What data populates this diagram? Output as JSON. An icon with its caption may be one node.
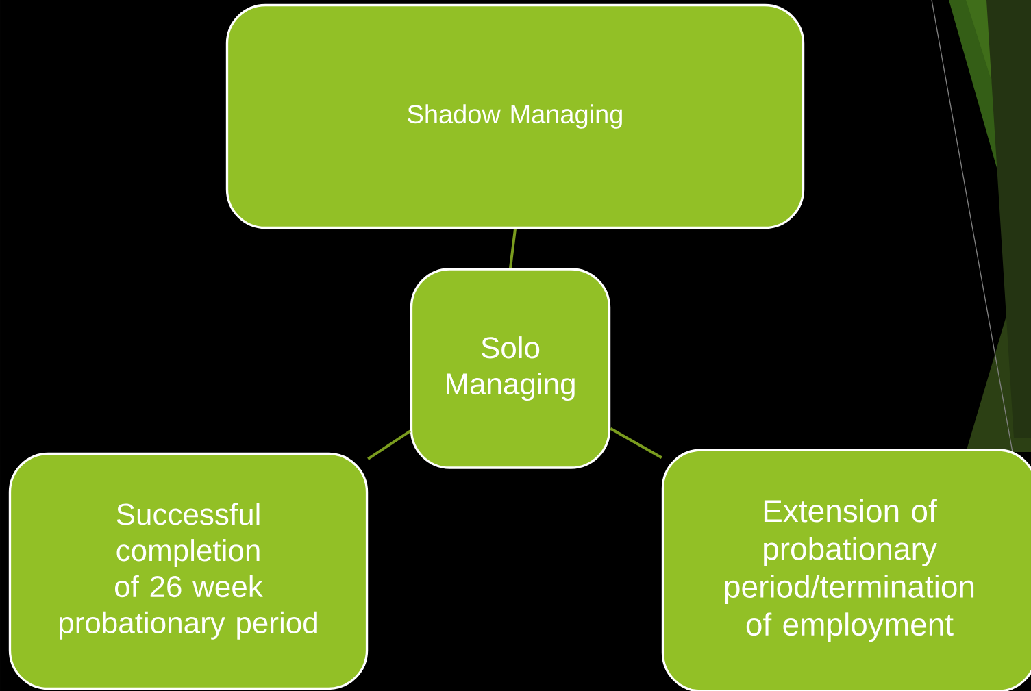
{
  "diagram": {
    "nodes": [
      {
        "text": [
          "Shadow Managing"
        ]
      },
      {
        "text": [
          "Solo Managing"
        ]
      },
      {
        "text": [
          "Successful completion of 26 week probationary period"
        ]
      },
      {
        "text": [
          "Extension of probationary period/termination of employment"
        ]
      }
    ],
    "edges": [
      {
        "from": 0,
        "to": 1,
        "arrow": "none"
      },
      {
        "from": 1,
        "to": 2,
        "arrow": "none"
      },
      {
        "from": 1,
        "to": 3,
        "arrow": "none"
      }
    ]
  }
}
